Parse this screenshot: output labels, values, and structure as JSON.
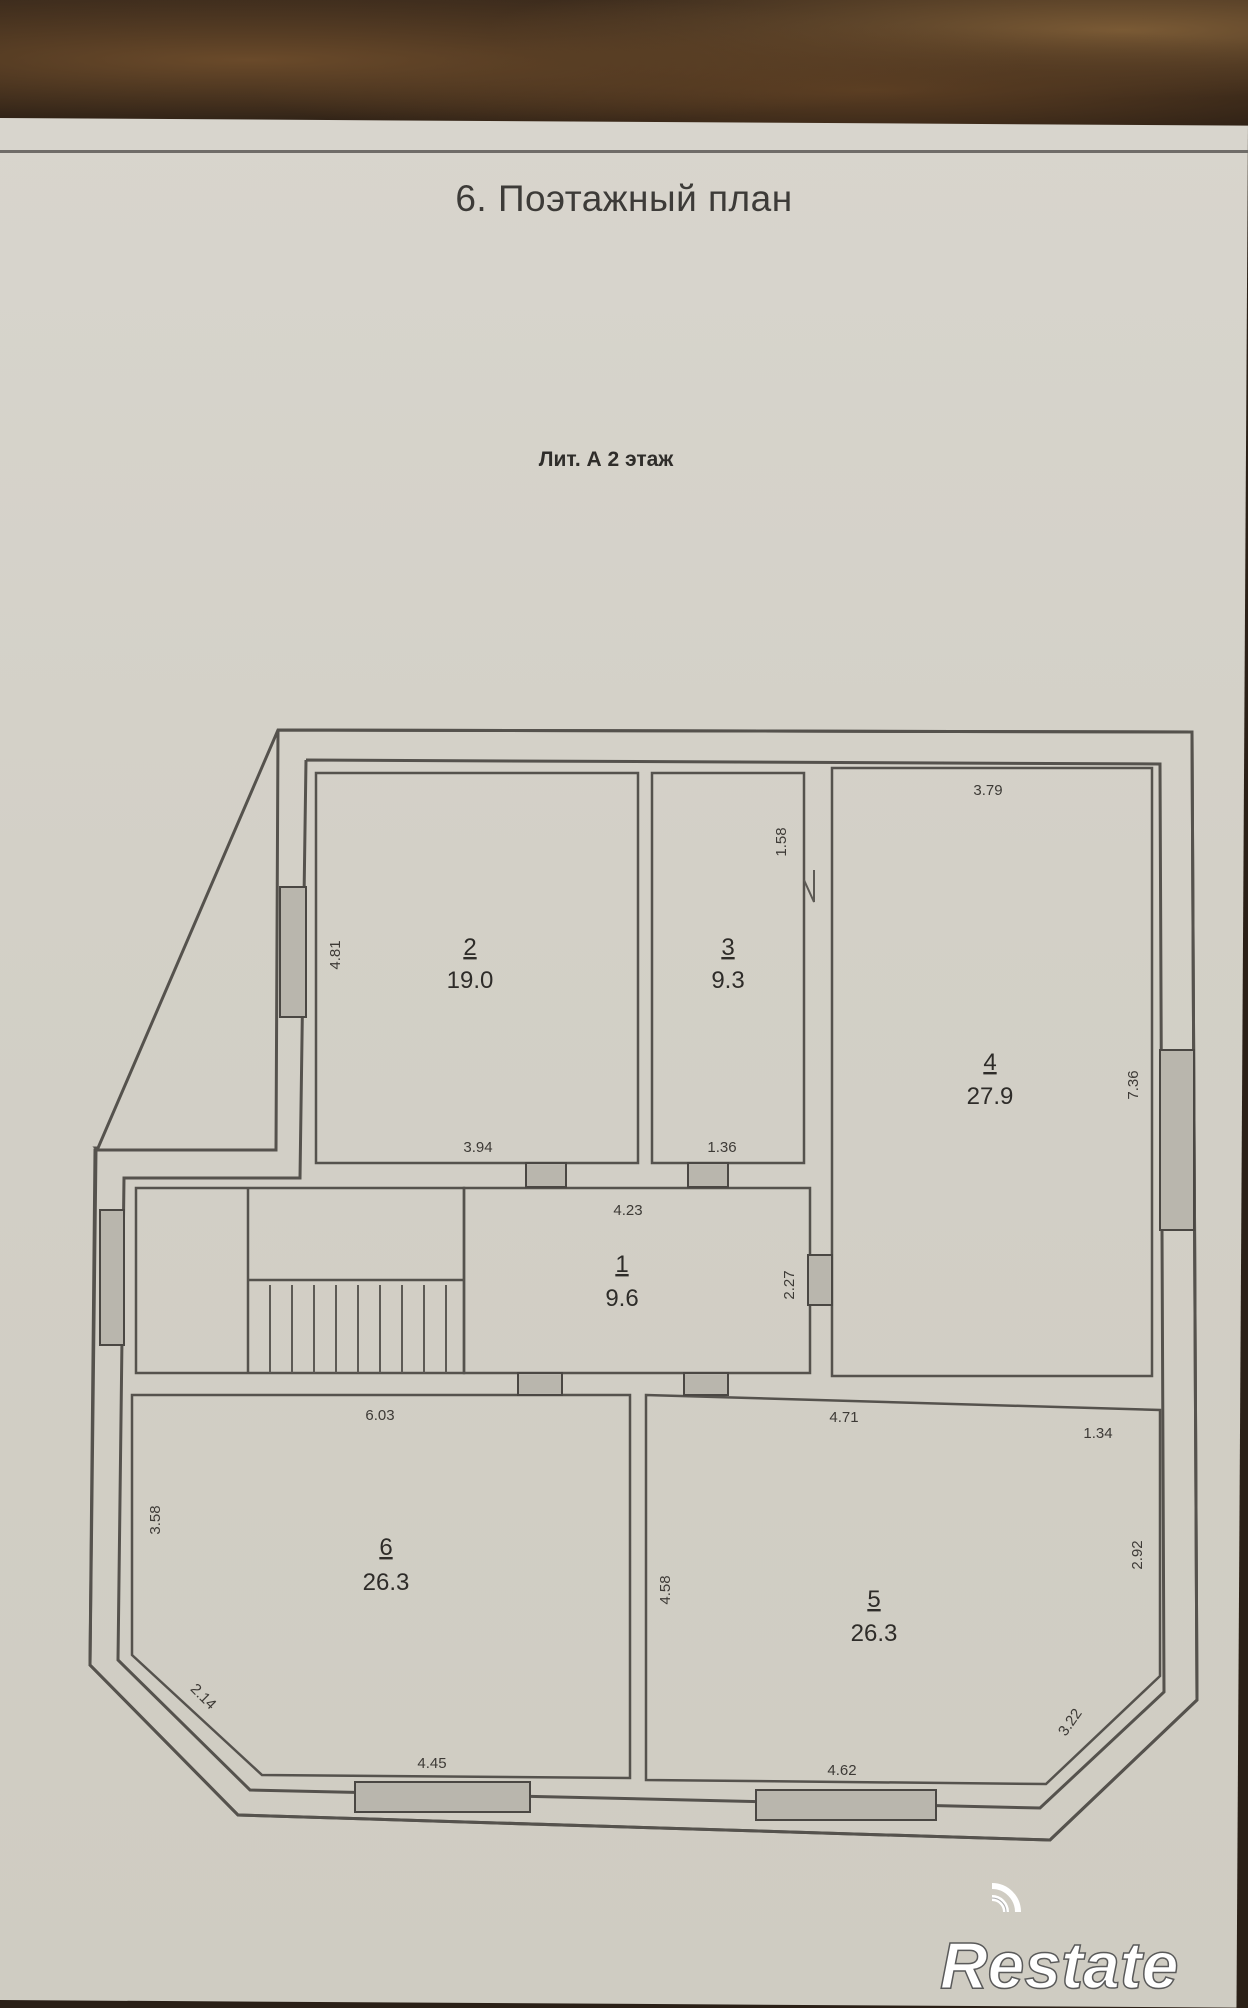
{
  "document": {
    "title": "6. Поэтажный план",
    "subtitle": "Лит. А 2 этаж"
  },
  "rooms": [
    {
      "number": "1",
      "area": "9.6"
    },
    {
      "number": "2",
      "area": "19.0"
    },
    {
      "number": "3",
      "area": "9.3"
    },
    {
      "number": "4",
      "area": "27.9"
    },
    {
      "number": "5",
      "area": "26.3"
    },
    {
      "number": "6",
      "area": "26.3"
    }
  ],
  "dimensions": {
    "room2_height": "4.81",
    "room2_width": "3.94",
    "room3_height": "1.58",
    "room3_width": "1.36",
    "room4_width": "3.79",
    "room4_height": "7.36",
    "room1_width": "4.23",
    "room1_height": "2.27",
    "room6_top": "6.03",
    "room6_left": "3.58",
    "room6_bevel": "2.14",
    "room6_bottom": "4.45",
    "room5_top": "4.71",
    "room5_top_right": "1.34",
    "room5_right": "2.92",
    "room5_left": "4.58",
    "room5_bevel": "3.22",
    "room5_bottom": "4.62"
  },
  "watermark": {
    "brand": "Restate"
  },
  "colors": {
    "paper": "#d5d2ca",
    "ink": "#55524d",
    "backdrop": "#2b2017",
    "watermark": "#ffffff"
  }
}
